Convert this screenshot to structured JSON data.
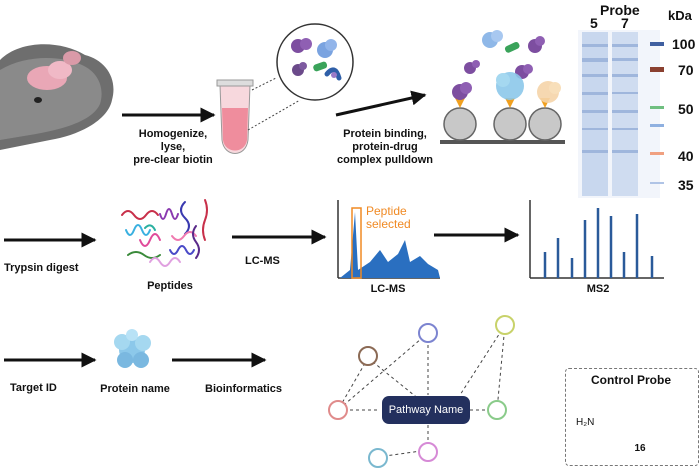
{
  "steps": {
    "homogenize": "Homogenize,\nlyse,\npre-clear biotin",
    "binding": "Protein binding,\nprotein-drug\ncomplex pulldown",
    "trypsin": "Trypsin digest",
    "peptides": "Peptides",
    "lcms_arrow": "LC-MS",
    "lcms_chart": "LC-MS",
    "ms2": "MS2",
    "target": "Target ID",
    "protein_name": "Protein name",
    "bioinformatics": "Bioinformatics"
  },
  "peptide_selected": "Peptide\nselected",
  "gel": {
    "probe_label": "Probe",
    "lane1": "5",
    "lane2": "7",
    "unit": "kDa",
    "markers": [
      "100",
      "70",
      "50",
      "40",
      "35"
    ]
  },
  "network": {
    "center": "Pathway Name"
  },
  "control": {
    "title": "Control Probe",
    "number": "16",
    "amine": "H₂N"
  },
  "colors": {
    "accent": "#f08a24",
    "chart_blue": "#2a6fc0",
    "navy": "#23305e"
  }
}
